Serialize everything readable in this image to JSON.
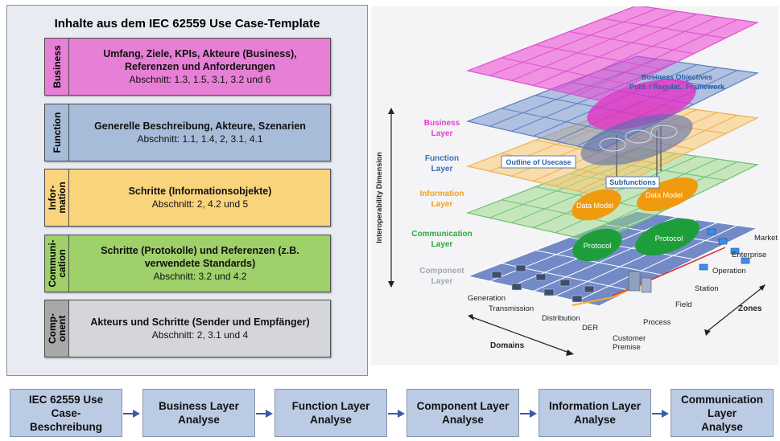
{
  "template": {
    "title": "Inhalte aus dem IEC 62559 Use Case-Template",
    "layers": [
      {
        "side": "Business",
        "main": "Umfang, Ziele, KPIs, Akteure (Business), Referenzen und Anforderungen",
        "sub": "Abschnitt: 1.3, 1.5, 3.1, 3.2 und 6",
        "color": "#e67fd5"
      },
      {
        "side": "Function",
        "main": "Generelle Beschreibung, Akteure, Szenarien",
        "sub": "Abschnitt: 1.1, 1.4, 2, 3.1, 4.1",
        "color": "#a7bcd9"
      },
      {
        "side": "Infor-\nmation",
        "main": "Schritte (Informationsobjekte)",
        "sub": "Abschnitt: 2, 4.2 und 5",
        "color": "#fad47c"
      },
      {
        "side": "Communi-\ncation",
        "main": "Schritte (Protokolle) und Referenzen (z.B. verwendete Standards)",
        "sub": "Abschnitt: 3.2 und 4.2",
        "color": "#9fd06a"
      },
      {
        "side": "Comp-\nonent",
        "main": "Akteurs und Schritte (Sender und Empfänger)",
        "sub": "Abschnitt: 2, 3.1 und 4",
        "color": "#d4d6da",
        "side_color": "#a8a8a8"
      }
    ]
  },
  "sgam": {
    "axis_label": "Interoperability Dimension",
    "layers": [
      {
        "name": "Business\nLayer",
        "color": "#e040c8"
      },
      {
        "name": "Function\nLayer",
        "color": "#3a6eb0"
      },
      {
        "name": "Information\nLayer",
        "color": "#f0a020"
      },
      {
        "name": "Communication\nLayer",
        "color": "#2aa83c"
      },
      {
        "name": "Component\nLayer",
        "color": "#a0a8b8"
      }
    ],
    "business_objectives": "Business Objectives\nPolit. / Regulat.. Framework",
    "outline_of_usecase": "Outline of Usecase",
    "subfunctions": "Subfunctions",
    "data_model_1": "Data Model",
    "data_model_2": "Data Model",
    "protocol_1": "Protocol",
    "protocol_2": "Protocol",
    "domains": [
      "Generation",
      "Transmission",
      "Distribution",
      "DER",
      "Customer\nPremise"
    ],
    "domains_label": "Domains",
    "zones": [
      "Process",
      "Field",
      "Station",
      "Operation",
      "Enterprise",
      "Market"
    ],
    "zones_label": "Zones"
  },
  "process": {
    "steps": [
      "IEC 62559 Use\nCase-\nBeschreibung",
      "Business Layer\nAnalyse",
      "Function Layer\nAnalyse",
      "Component Layer\nAnalyse",
      "Information Layer\nAnalyse",
      "Communication\nLayer\nAnalyse"
    ],
    "arrow_color": "#3a5ba8"
  }
}
